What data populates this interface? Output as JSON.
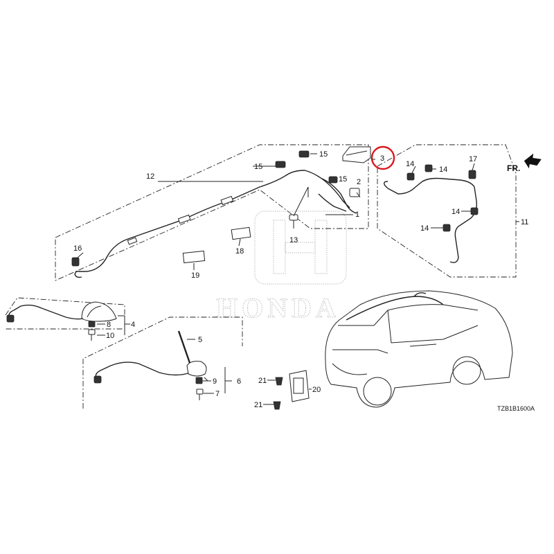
{
  "diagram": {
    "code": "TZB1B1600A",
    "direction_label": "FR.",
    "watermark": "HONDA",
    "highlight_color": "#d9181f"
  },
  "callouts": {
    "c1": "1",
    "c2": "2",
    "c3": "3",
    "c4": "4",
    "c5": "5",
    "c6": "6",
    "c7": "7",
    "c8": "8",
    "c9": "9",
    "c10": "10",
    "c11": "11",
    "c12": "12",
    "c13": "13",
    "c14a": "14",
    "c14b": "14",
    "c14c": "14",
    "c14d": "14",
    "c15a": "15",
    "c15b": "15",
    "c15c": "15",
    "c16": "16",
    "c17": "17",
    "c18": "18",
    "c19": "19",
    "c20": "20",
    "c21a": "21",
    "c21b": "21"
  }
}
